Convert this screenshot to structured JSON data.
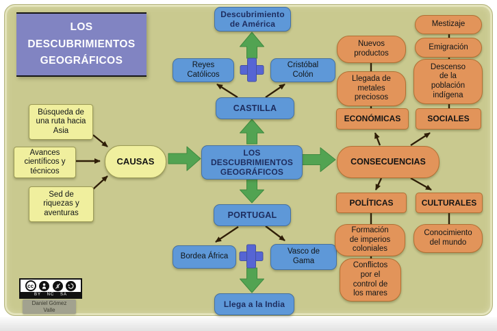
{
  "title": "LOS\nDESCUBRIMIENTOS\nGEOGRÁFICOS",
  "nodes": {
    "descubrimiento_america": "Descubrimiento\nde América",
    "reyes_catolicos": "Reyes\nCatólicos",
    "cristobal_colon": "Cristóbal\nColón",
    "castilla": "CASTILLA",
    "center": "LOS\nDESCUBRIMIENTOS\nGEOGRÁFICOS",
    "portugal": "PORTUGAL",
    "bordea_africa": "Bordea África",
    "vasco_de_gama": "Vasco de\nGama",
    "llega_india": "Llega a la India",
    "busqueda_ruta": "Búsqueda de\nuna ruta hacia\nAsia",
    "avances": "Avances\ncientíficos y\ntécnicos",
    "sed_riquezas": "Sed de\nriquezas y\naventuras",
    "causas": "CAUSAS",
    "consecuencias": "CONSECUENCIAS",
    "nuevos_productos": "Nuevos\nproductos",
    "llegada_metales": "Llegada de\nmetales\npreciosos",
    "economicas": "ECONÓMICAS",
    "mestizaje": "Mestizaje",
    "emigracion": "Emigración",
    "descenso_poblacion": "Descenso\nde la\npoblación\nindígena",
    "sociales": "SOCIALES",
    "politicas": "POLÍTICAS",
    "culturales": "CULTURALES",
    "formacion_imperios": "Formación\nde imperios\ncoloniales",
    "conflictos_mares": "Conflictos\npor el\ncontrol de\nlos mares",
    "conocimiento_mundo": "Conocimiento\ndel mundo"
  },
  "credit": {
    "cc_label": "cc",
    "license_labels": "BY NC SA",
    "author": "Daniel Gómez\nValle"
  },
  "colors": {
    "background": "#c9c98f",
    "blue_node": "#5e98d8",
    "yellow_node": "#f0ef9e",
    "orange_node": "#e2945a",
    "purple_title": "#8184c2",
    "green_arrow": "#52a352",
    "plus_sign": "#5665d4",
    "thin_arrow": "#2f1e08",
    "navy_text": "#1d2c5e"
  }
}
